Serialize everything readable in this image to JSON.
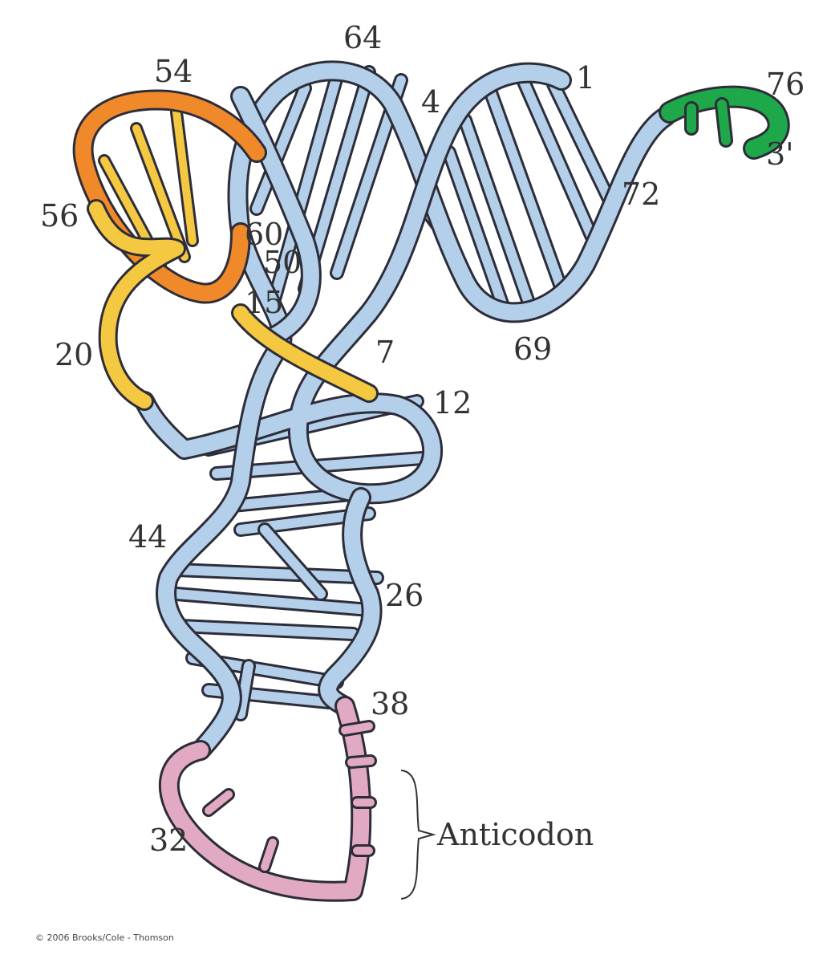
{
  "labels": {
    "n64": "64",
    "n54": "54",
    "n1": "1",
    "n76": "76",
    "n4": "4",
    "n3prime": "3'",
    "n56": "56",
    "n60": "60",
    "n50": "50",
    "n72": "72",
    "n15": "15",
    "n20": "20",
    "n7": "7",
    "n69": "69",
    "n12": "12",
    "n44": "44",
    "n26": "26",
    "n38": "38",
    "n32": "32",
    "anticodon": "Anticodon"
  },
  "copyright": "© 2006 Brooks/Cole - Thomson",
  "colors": {
    "backbone": "#b3cfea",
    "t_loop": "#f0892a",
    "d_loop": "#f5c842",
    "acceptor_end": "#1fa84a",
    "anticodon_loop": "#e2a9c2",
    "outline": "#2d2d3a"
  }
}
